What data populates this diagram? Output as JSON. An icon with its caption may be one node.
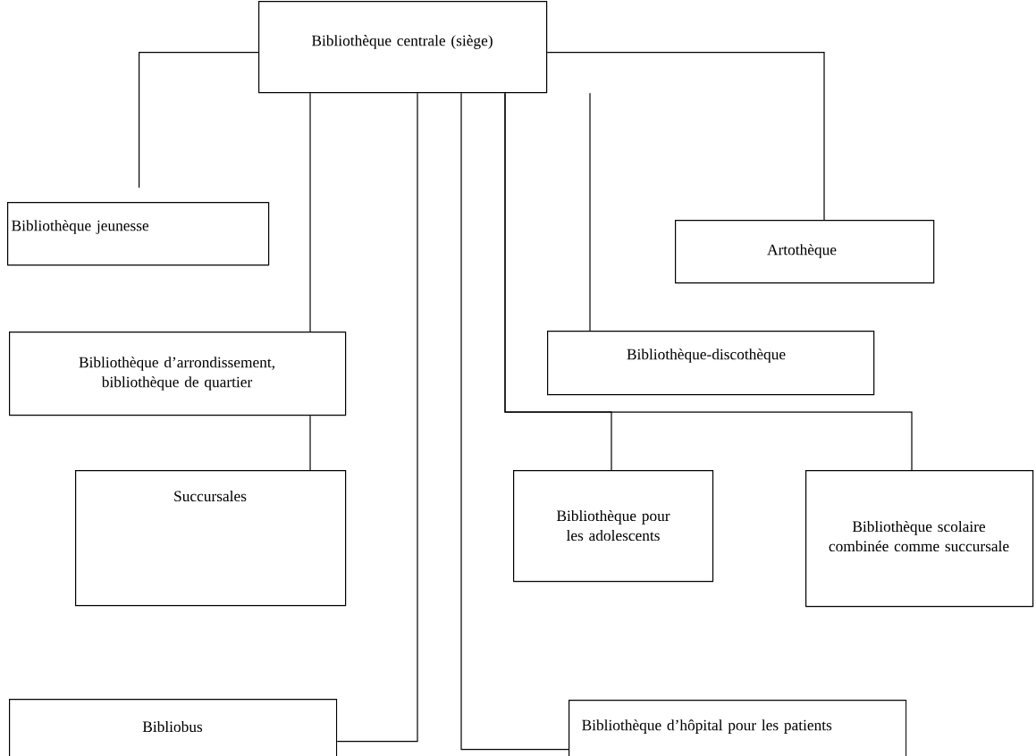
{
  "diagram": {
    "nodes": [
      {
        "text": [
          "Bibliothèque centrale (siège)"
        ]
      },
      {
        "text": [
          "Bibliothèque jeunesse"
        ]
      },
      {
        "text": [
          "Artothèque"
        ]
      },
      {
        "text": [
          "Bibliothèque d’arrondissement, bibliothèque de quartier"
        ]
      },
      {
        "text": [
          "Bibliothèque-discothèque"
        ]
      },
      {
        "text": [
          "Succursales"
        ]
      },
      {
        "text": [
          "Bibliothèque pour les adolescents"
        ]
      },
      {
        "text": [
          "Bibliothèque scolaire combinée comme succursale"
        ]
      },
      {
        "text": [
          "Bibliobus"
        ]
      },
      {
        "text": [
          "Bibliothèque d’hôpital pour les patients"
        ]
      }
    ],
    "edges": [
      {
        "from": 0,
        "to": 1,
        "arrow": "none"
      },
      {
        "from": 0,
        "to": 2,
        "arrow": "none"
      },
      {
        "from": 0,
        "to": 3,
        "arrow": "none"
      },
      {
        "from": 3,
        "to": 5,
        "arrow": "none"
      },
      {
        "from": 0,
        "to": 8,
        "arrow": "none"
      },
      {
        "from": 0,
        "to": 9,
        "arrow": "none"
      },
      {
        "from": 0,
        "to": 4,
        "arrow": "none"
      },
      {
        "from": 0,
        "to": 6,
        "arrow": "none"
      },
      {
        "from": 0,
        "to": 7,
        "arrow": "none"
      }
    ]
  }
}
